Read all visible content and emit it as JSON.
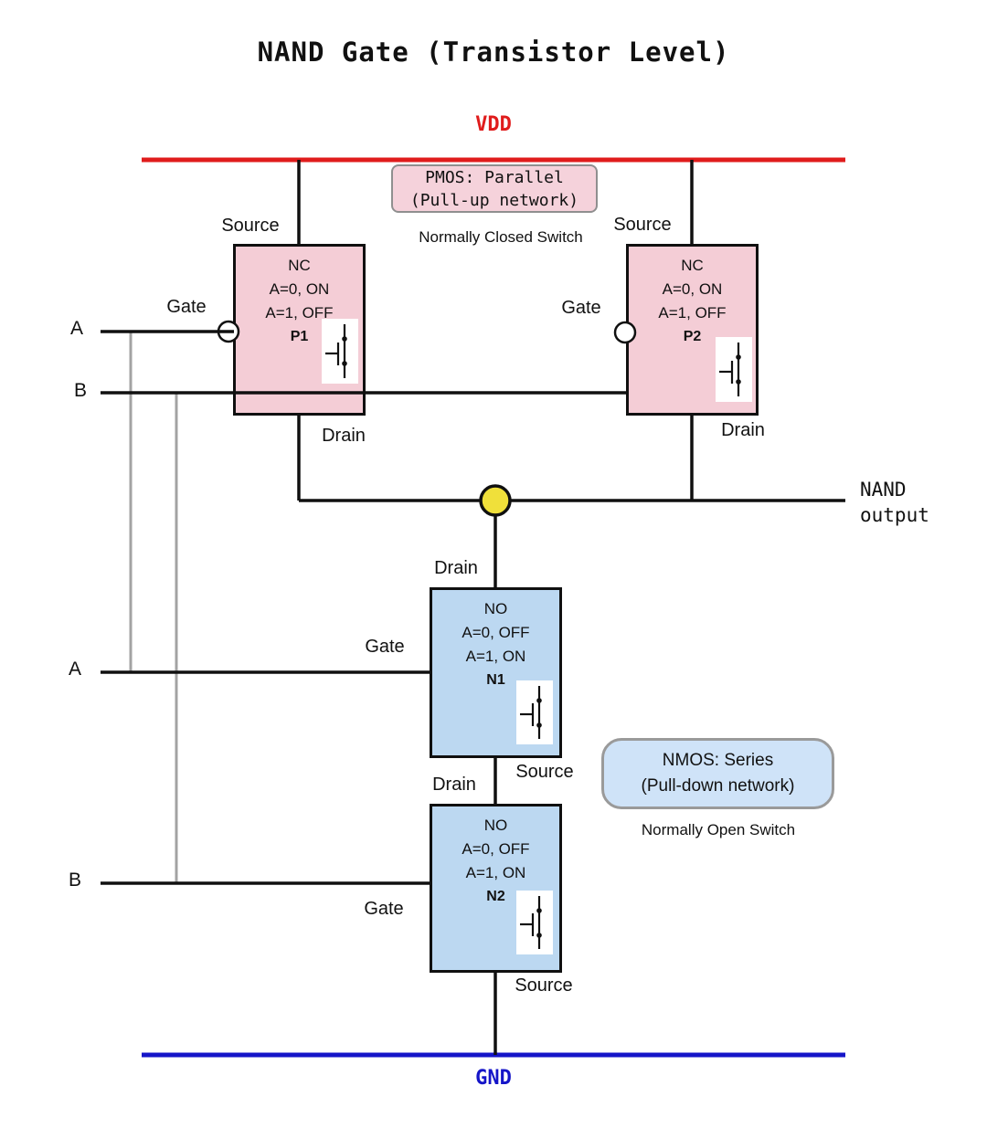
{
  "title": "NAND Gate (Transistor Level)",
  "rails": {
    "vdd": {
      "label": "VDD",
      "color": "#e01c1c"
    },
    "gnd": {
      "label": "GND",
      "color": "#1515c8"
    }
  },
  "callouts": {
    "pmos": {
      "line1": "PMOS: Parallel",
      "line2": "(Pull-up network)",
      "note": "Normally Closed Switch"
    },
    "nmos": {
      "line1": "NMOS: Series",
      "line2": "(Pull-down network)",
      "note": "Normally Open Switch"
    }
  },
  "output": {
    "line1": "NAND",
    "line2": "output"
  },
  "inputs": {
    "a_top": "A",
    "b_top": "B",
    "a_bottom": "A",
    "b_bottom": "B"
  },
  "transistors": {
    "p1": {
      "state": "NC",
      "cond1": "A=0, ON",
      "cond2": "A=1, OFF",
      "name": "P1",
      "source": "Source",
      "gate": "Gate",
      "drain": "Drain"
    },
    "p2": {
      "state": "NC",
      "cond1": "A=0, ON",
      "cond2": "A=1, OFF",
      "name": "P2",
      "source": "Source",
      "gate": "Gate",
      "drain": "Drain"
    },
    "n1": {
      "state": "NO",
      "cond1": "A=0, OFF",
      "cond2": "A=1, ON",
      "name": "N1",
      "drain": "Drain",
      "gate": "Gate",
      "source": "Source"
    },
    "n2": {
      "state": "NO",
      "cond1": "A=0, OFF",
      "cond2": "A=1, ON",
      "name": "N2",
      "drain": "Drain",
      "gate": "Gate",
      "source": "Source"
    }
  },
  "colors": {
    "pmos_box": "#f4cdd6",
    "nmos_box": "#bcd8f1",
    "pmos_callout": "#f5d2db",
    "nmos_callout": "#cfe3f8",
    "junction_fill": "#f0e03a",
    "wire_black": "#101010",
    "wire_gray": "#a3a3a3"
  }
}
